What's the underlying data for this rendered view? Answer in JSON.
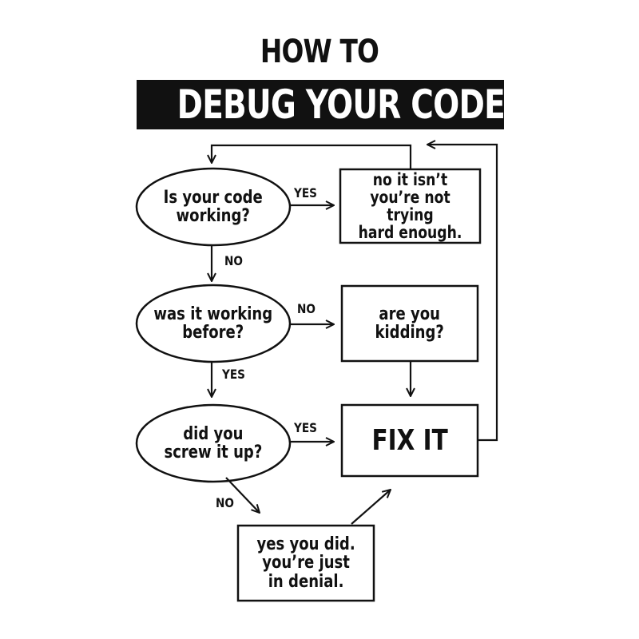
{
  "title": {
    "top": "HOW TO",
    "main": "DEBUG YOUR CODE"
  },
  "nodes": {
    "working_q": "Is your code\nworking?",
    "not_trying": "no it isn’t\nyou’re not trying\nhard enough.",
    "working_before_q": "was it working\nbefore?",
    "kidding": "are you\nkidding?",
    "screw_up_q": "did you\nscrew it up?",
    "fix_it": "FIX IT",
    "denial": "yes you did.\nyou’re just\nin denial."
  },
  "edges": {
    "working_yes": "YES",
    "working_no": "NO",
    "before_no": "NO",
    "before_yes": "YES",
    "screw_yes": "YES",
    "screw_no": "NO"
  },
  "colors": {
    "ink": "#111111",
    "background": "#ffffff",
    "banner_text": "#ffffff"
  }
}
